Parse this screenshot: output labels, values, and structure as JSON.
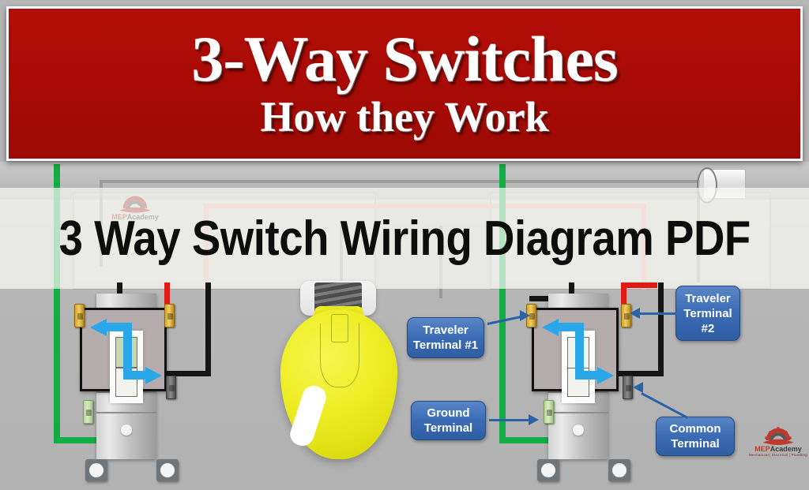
{
  "banner": {
    "title_line1": "3-Way Switches",
    "title_line2": "How they Work",
    "bg_color": "#a90b06",
    "text_color": "#ffffff"
  },
  "overlay_band": {
    "subtitle": "3 Way Switch Wiring Diagram PDF",
    "text_color": "#0d0d0d",
    "band_color": "rgba(246,246,243,0.72)"
  },
  "diagram": {
    "type": "3-way switch wiring diagram",
    "accent_colors": {
      "traveler_wire_red": "#e01b14",
      "hot_wire_black": "#151515",
      "ground_wire_green": "#12ad45",
      "current_flow_arrow": "#29a7e8",
      "callout_blue": "#3b6cb5",
      "bulb_yellow": "#eded23"
    },
    "callouts": [
      {
        "id": "traveler-terminal-1",
        "lines": [
          "Traveler",
          "Terminal #1"
        ]
      },
      {
        "id": "ground-terminal",
        "lines": [
          "Ground",
          "Terminal"
        ]
      },
      {
        "id": "traveler-terminal-2",
        "lines": [
          "Traveler",
          "Terminal",
          "#2"
        ]
      },
      {
        "id": "common-terminal",
        "lines": [
          "Common",
          "Terminal"
        ]
      }
    ],
    "switches": [
      {
        "id": "switch-left",
        "label": "3-way toggle switch left",
        "toggle_state": "up"
      },
      {
        "id": "switch-right",
        "label": "3-way toggle switch right",
        "toggle_state": "up"
      }
    ],
    "light": {
      "id": "light-bulb",
      "state": "on"
    }
  },
  "logo": {
    "name_prefix": "MEP",
    "name_suffix": "Academy",
    "tagline": "Mechanical | Electrical | Plumbing"
  }
}
